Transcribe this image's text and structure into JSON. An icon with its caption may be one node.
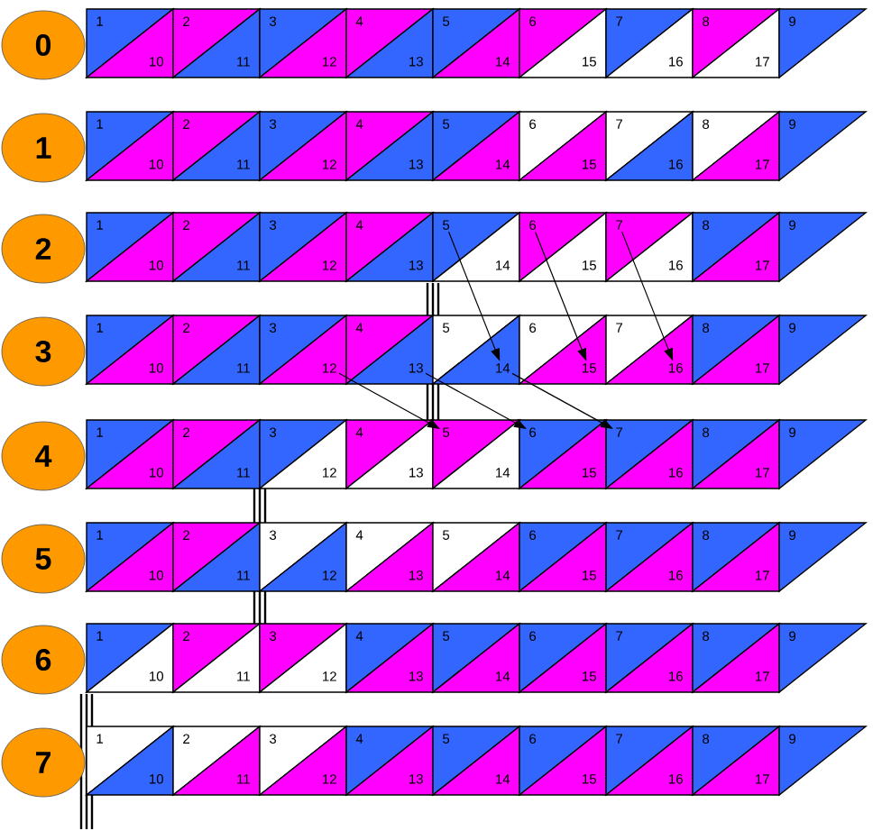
{
  "diagram": {
    "nodes": [
      {
        "text": [
          "0"
        ]
      },
      {
        "text": [
          "1"
        ]
      },
      {
        "text": [
          "10"
        ]
      },
      {
        "text": [
          "2"
        ]
      },
      {
        "text": [
          "11"
        ]
      },
      {
        "text": [
          "3"
        ]
      },
      {
        "text": [
          "12"
        ]
      },
      {
        "text": [
          "4"
        ]
      },
      {
        "text": [
          "13"
        ]
      },
      {
        "text": [
          "5"
        ]
      },
      {
        "text": [
          "14"
        ]
      },
      {
        "text": [
          "6"
        ]
      },
      {
        "text": [
          "15"
        ]
      },
      {
        "text": [
          "7"
        ]
      },
      {
        "text": [
          "16"
        ]
      },
      {
        "text": [
          "8"
        ]
      },
      {
        "text": [
          "17"
        ]
      },
      {
        "text": [
          "9"
        ]
      },
      {
        "text": [
          "1"
        ]
      },
      {
        "text": [
          "1"
        ]
      },
      {
        "text": [
          "10"
        ]
      },
      {
        "text": [
          "2"
        ]
      },
      {
        "text": [
          "11"
        ]
      },
      {
        "text": [
          "3"
        ]
      },
      {
        "text": [
          "12"
        ]
      },
      {
        "text": [
          "4"
        ]
      },
      {
        "text": [
          "13"
        ]
      },
      {
        "text": [
          "5"
        ]
      },
      {
        "text": [
          "14"
        ]
      },
      {
        "text": [
          "6"
        ]
      },
      {
        "text": [
          "15"
        ]
      },
      {
        "text": [
          "7"
        ]
      },
      {
        "text": [
          "16"
        ]
      },
      {
        "text": [
          "8"
        ]
      },
      {
        "text": [
          "17"
        ]
      },
      {
        "text": [
          "9"
        ]
      },
      {
        "text": [
          "2"
        ]
      },
      {
        "text": [
          "1"
        ]
      },
      {
        "text": [
          "10"
        ]
      },
      {
        "text": [
          "2"
        ]
      },
      {
        "text": [
          "11"
        ]
      },
      {
        "text": [
          "3"
        ]
      },
      {
        "text": [
          "12"
        ]
      },
      {
        "text": [
          "4"
        ]
      },
      {
        "text": [
          "13"
        ]
      },
      {
        "text": [
          "5"
        ]
      },
      {
        "text": [
          "14"
        ]
      },
      {
        "text": [
          "6"
        ]
      },
      {
        "text": [
          "15"
        ]
      },
      {
        "text": [
          "7"
        ]
      },
      {
        "text": [
          "16"
        ]
      },
      {
        "text": [
          "8"
        ]
      },
      {
        "text": [
          "17"
        ]
      },
      {
        "text": [
          "9"
        ]
      },
      {
        "text": [
          "3"
        ]
      },
      {
        "text": [
          "1"
        ]
      },
      {
        "text": [
          "10"
        ]
      },
      {
        "text": [
          "2"
        ]
      },
      {
        "text": [
          "11"
        ]
      },
      {
        "text": [
          "3"
        ]
      },
      {
        "text": [
          "12"
        ]
      },
      {
        "text": [
          "4"
        ]
      },
      {
        "text": [
          "13"
        ]
      },
      {
        "text": [
          "5"
        ]
      },
      {
        "text": [
          "14"
        ]
      },
      {
        "text": [
          "6"
        ]
      },
      {
        "text": [
          "15"
        ]
      },
      {
        "text": [
          "7"
        ]
      },
      {
        "text": [
          "16"
        ]
      },
      {
        "text": [
          "8"
        ]
      },
      {
        "text": [
          "17"
        ]
      },
      {
        "text": [
          "9"
        ]
      },
      {
        "text": [
          "4"
        ]
      },
      {
        "text": [
          "1"
        ]
      },
      {
        "text": [
          "10"
        ]
      },
      {
        "text": [
          "2"
        ]
      },
      {
        "text": [
          "11"
        ]
      },
      {
        "text": [
          "3"
        ]
      },
      {
        "text": [
          "12"
        ]
      },
      {
        "text": [
          "4"
        ]
      },
      {
        "text": [
          "13"
        ]
      },
      {
        "text": [
          "5"
        ]
      },
      {
        "text": [
          "14"
        ]
      },
      {
        "text": [
          "6"
        ]
      },
      {
        "text": [
          "15"
        ]
      },
      {
        "text": [
          "7"
        ]
      },
      {
        "text": [
          "16"
        ]
      },
      {
        "text": [
          "8"
        ]
      },
      {
        "text": [
          "17"
        ]
      },
      {
        "text": [
          "9"
        ]
      },
      {
        "text": [
          "5"
        ]
      },
      {
        "text": [
          "1"
        ]
      },
      {
        "text": [
          "10"
        ]
      },
      {
        "text": [
          "2"
        ]
      },
      {
        "text": [
          "11"
        ]
      },
      {
        "text": [
          "3"
        ]
      },
      {
        "text": [
          "12"
        ]
      },
      {
        "text": [
          "4"
        ]
      },
      {
        "text": [
          "13"
        ]
      },
      {
        "text": [
          "5"
        ]
      },
      {
        "text": [
          "14"
        ]
      },
      {
        "text": [
          "6"
        ]
      },
      {
        "text": [
          "15"
        ]
      },
      {
        "text": [
          "7"
        ]
      },
      {
        "text": [
          "16"
        ]
      },
      {
        "text": [
          "8"
        ]
      },
      {
        "text": [
          "17"
        ]
      },
      {
        "text": [
          "9"
        ]
      },
      {
        "text": [
          "6"
        ]
      },
      {
        "text": [
          "1"
        ]
      },
      {
        "text": [
          "10"
        ]
      },
      {
        "text": [
          "2"
        ]
      },
      {
        "text": [
          "11"
        ]
      },
      {
        "text": [
          "3"
        ]
      },
      {
        "text": [
          "12"
        ]
      },
      {
        "text": [
          "4"
        ]
      },
      {
        "text": [
          "13"
        ]
      },
      {
        "text": [
          "5"
        ]
      },
      {
        "text": [
          "14"
        ]
      },
      {
        "text": [
          "6"
        ]
      },
      {
        "text": [
          "15"
        ]
      },
      {
        "text": [
          "7"
        ]
      },
      {
        "text": [
          "16"
        ]
      },
      {
        "text": [
          "8"
        ]
      },
      {
        "text": [
          "17"
        ]
      },
      {
        "text": [
          "9"
        ]
      },
      {
        "text": [
          "7"
        ]
      },
      {
        "text": [
          "1"
        ]
      },
      {
        "text": [
          "10"
        ]
      },
      {
        "text": [
          "2"
        ]
      },
      {
        "text": [
          "11"
        ]
      },
      {
        "text": [
          "3"
        ]
      },
      {
        "text": [
          "12"
        ]
      },
      {
        "text": [
          "4"
        ]
      },
      {
        "text": [
          "13"
        ]
      },
      {
        "text": [
          "5"
        ]
      },
      {
        "text": [
          "14"
        ]
      },
      {
        "text": [
          "6"
        ]
      },
      {
        "text": [
          "15"
        ]
      },
      {
        "text": [
          "7"
        ]
      },
      {
        "text": [
          "16"
        ]
      },
      {
        "text": [
          "8"
        ]
      },
      {
        "text": [
          "17"
        ]
      },
      {
        "text": [
          "9"
        ]
      }
    ],
    "edges": [
      {
        "from": 45,
        "to": 64,
        "arrow": "to"
      },
      {
        "from": 47,
        "to": 66,
        "arrow": "to"
      },
      {
        "from": 49,
        "to": 68,
        "arrow": "to"
      },
      {
        "from": 60,
        "to": 81,
        "arrow": "to"
      },
      {
        "from": 62,
        "to": 83,
        "arrow": "to"
      },
      {
        "from": 64,
        "to": 85,
        "arrow": "to"
      }
    ]
  }
}
